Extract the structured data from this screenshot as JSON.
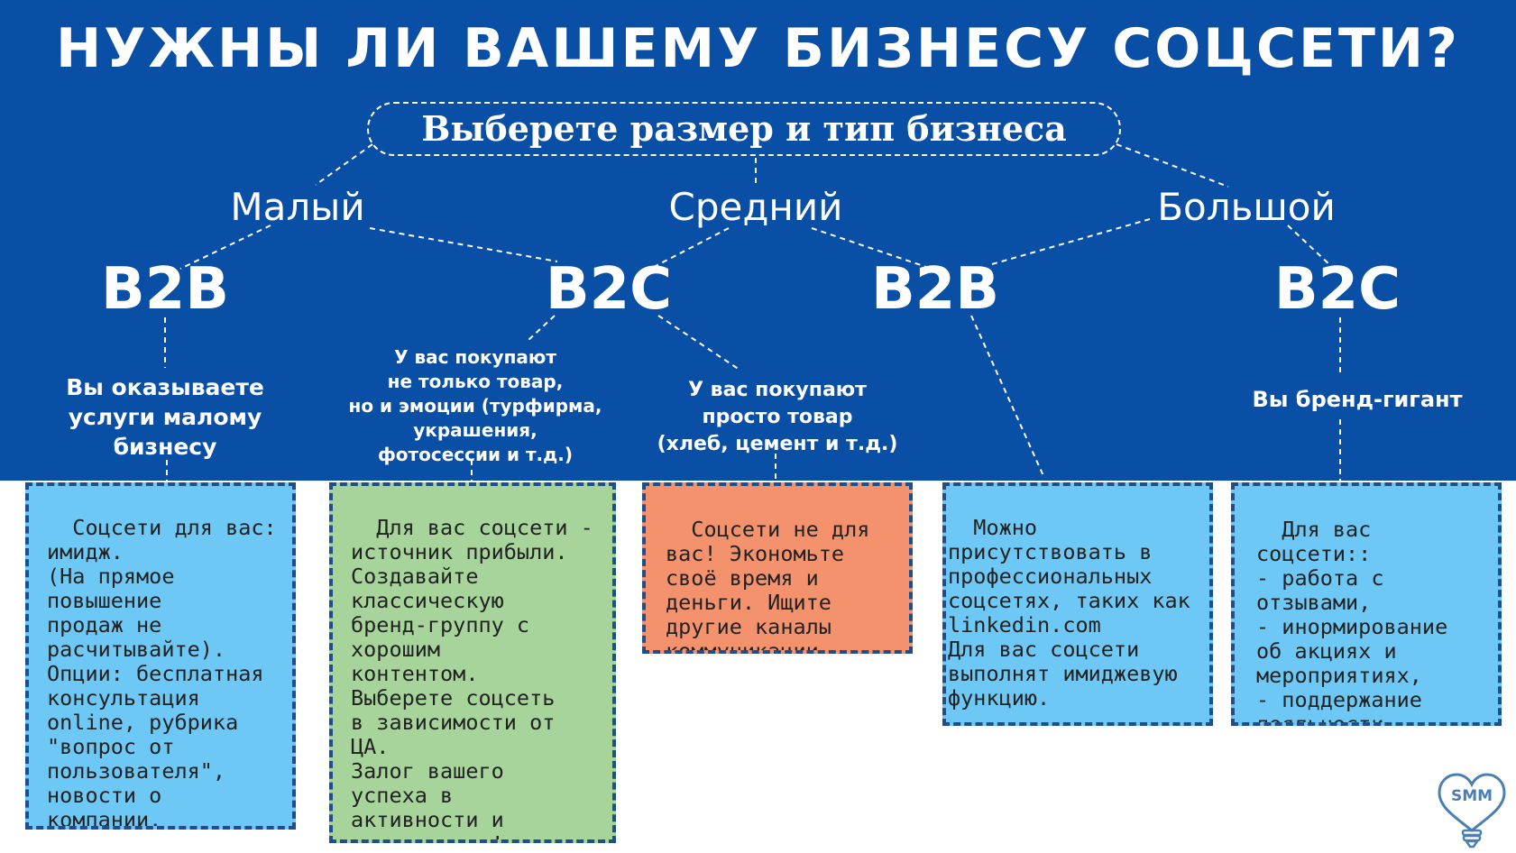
{
  "title": "НУЖНЫ ЛИ ВАШЕМУ БИЗНЕСУ СОЦСЕТИ?",
  "question": "Выберете размер и тип бизнеса",
  "sizes": {
    "small": "Малый",
    "medium": "Средний",
    "large": "Большой"
  },
  "types": {
    "small_b2b": "B2B",
    "small_b2c": "B2C",
    "medium_b2b": "B2B",
    "large_b2c": "B2C"
  },
  "descriptions": {
    "small_b2b": "Вы оказываете\nуслуги малому\nбизнесу",
    "b2c_emotions": "У вас покупают\nне только товар,\nно и эмоции (турфирма,\nукрашения,\nфотосессии и т.д.)",
    "b2c_goods": "У вас покупают\nпросто товар\n(хлеб, цемент и т.д.)",
    "large_b2c": "Вы бренд-гигант"
  },
  "boxes": {
    "small_b2b": {
      "text": "Соцсети для вас:\nимидж.\n(На прямое\nповышение\nпродаж не\nрасчитывайте).\nОпции: бесплатная\nконсультация\nonline, рубрика\n\"вопрос от\nпользователя\",\nновости о\nкомпании.",
      "color": "#6ec8f5"
    },
    "b2c_emotions": {
      "text": "Для вас соцсети -\nисточник прибыли.\nСоздавайте\nклассическую\nбренд-группу с\nхорошим\nконтентом.\nВыберете соцсеть\nв зависимости от\nЦА.\nЗалог вашего\nуспеха в\nактивности и\nпостоянстве!",
      "color": "#a6d49a"
    },
    "b2c_goods": {
      "text": "Соцсети не для\nвас! Экономьте\nсвоё время и\nденьги. Ищите\nдругие каналы\nкоммуникации.",
      "color": "#f4926e"
    },
    "medium_b2b": {
      "text": "Можно\nприсутствовать в\nпрофессиональных\nсоцсетях, таких как\nlinkedin.com\nДля вас соцсети\nвыполнят имиджевую\nфункцию.",
      "color": "#6ec8f5"
    },
    "large_b2c": {
      "text": "Для вас соцсети::\n- работа с\nотзывами,\n- инормирование\nоб акциях и\nмероприятиях,\n- поддержание\nлояльности.",
      "color": "#6ec8f5"
    }
  },
  "logo_text": "SMM",
  "colors": {
    "panel": "#0a4fa6",
    "border": "#1f4e8c",
    "text_light": "#ffffff",
    "text_dark": "#222222"
  }
}
